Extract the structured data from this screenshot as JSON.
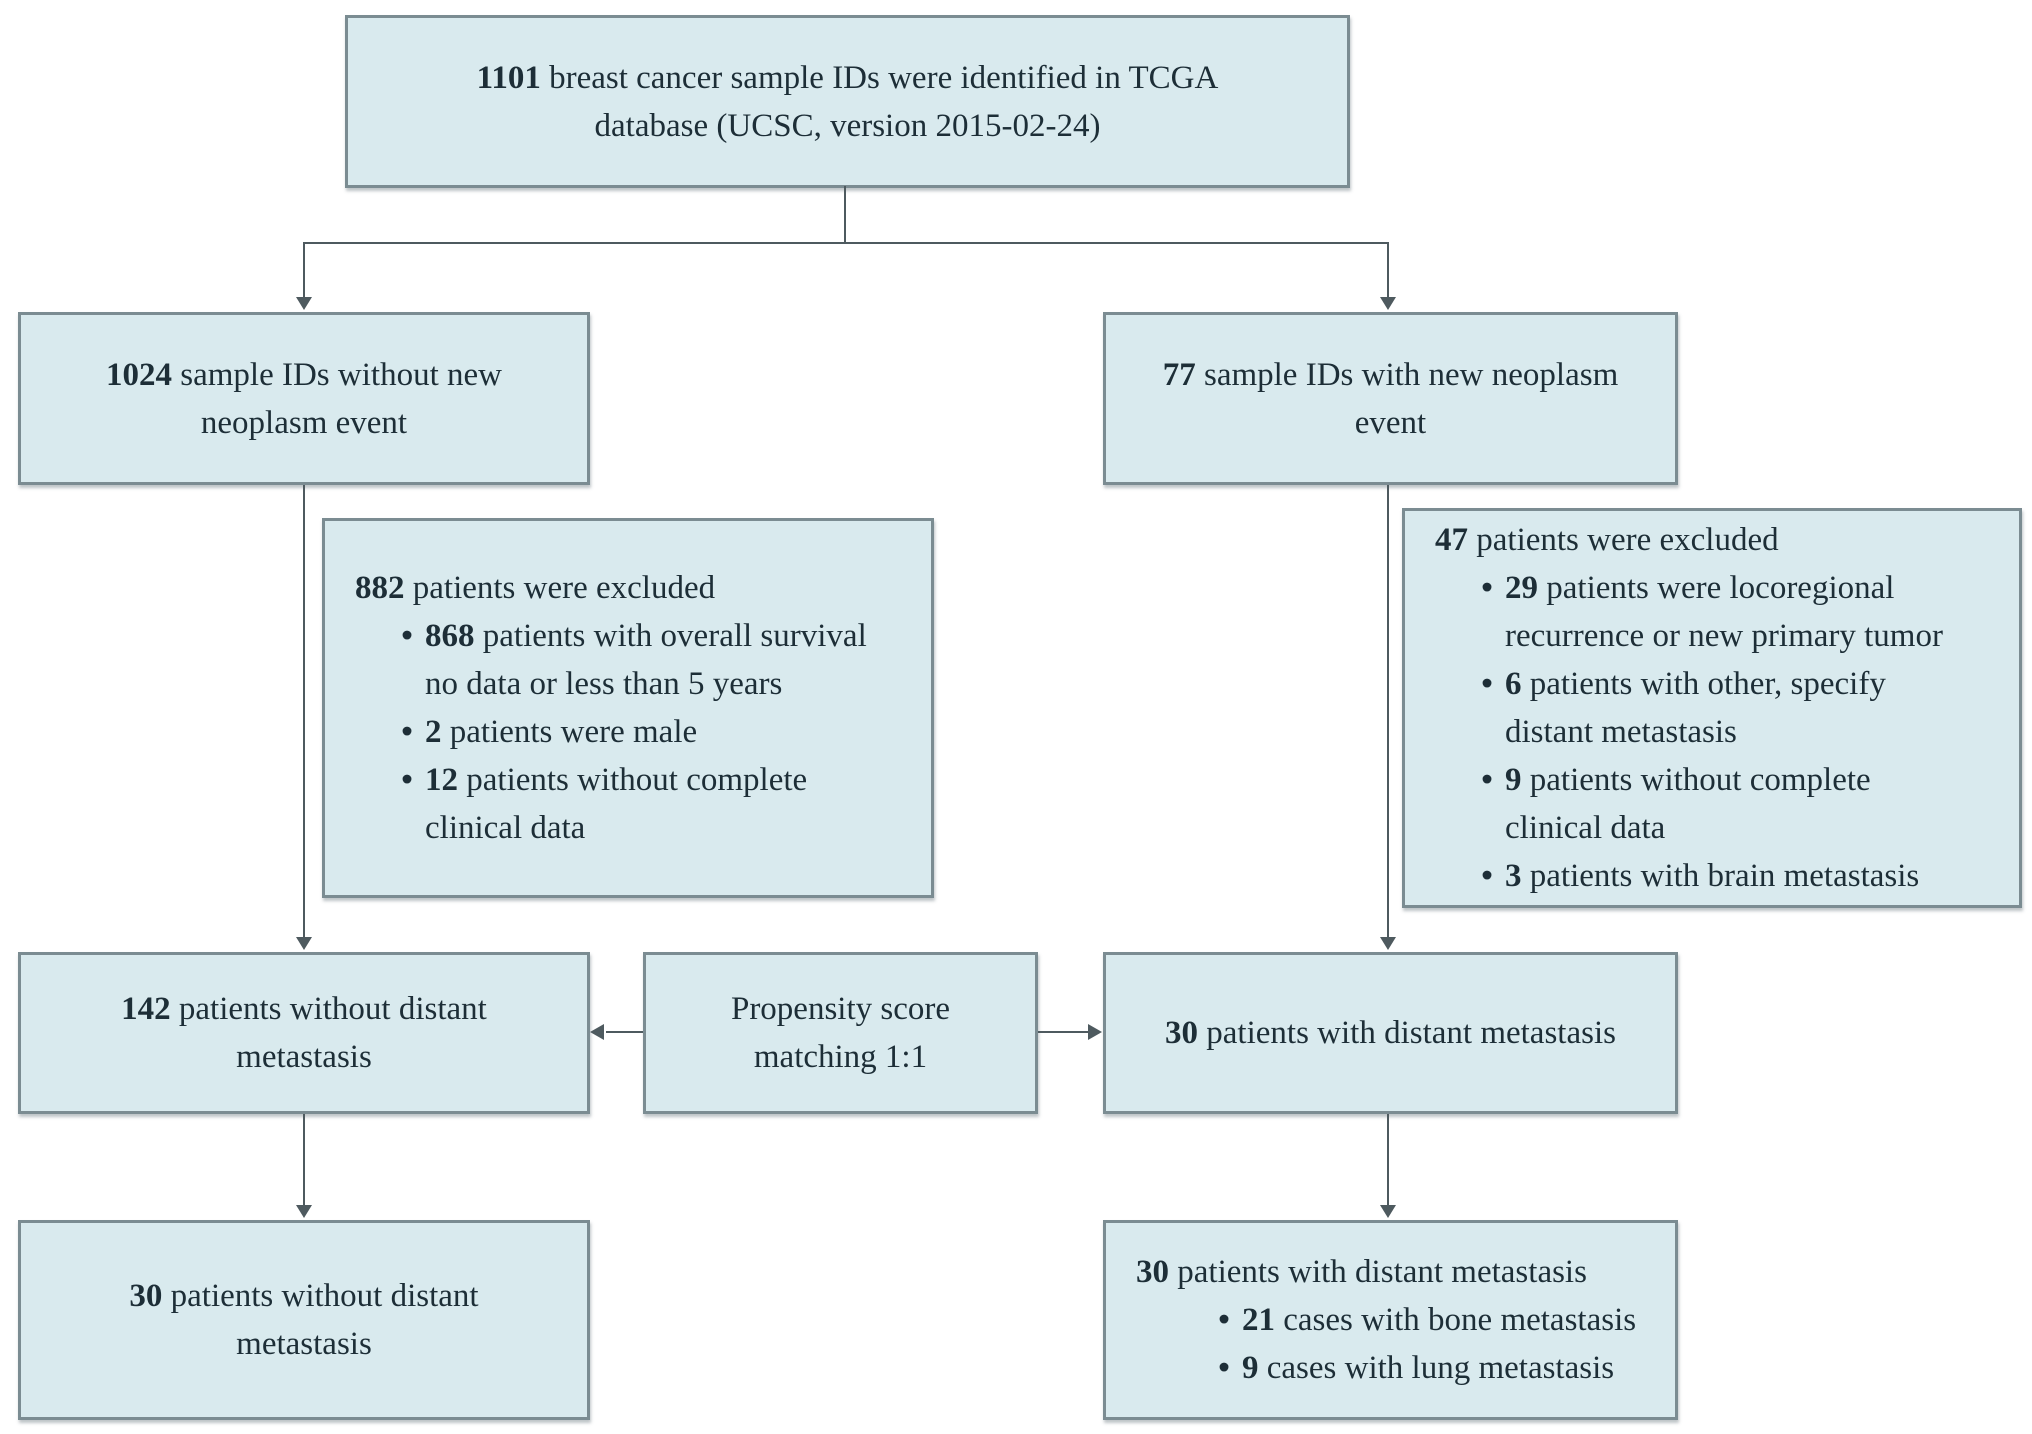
{
  "colors": {
    "box-fill": "#d9eaee",
    "box-border": "#7b8c92",
    "text": "#1d2e37",
    "line": "#4e5a5f",
    "page-bg": "#ffffff"
  },
  "bullet_char": "•",
  "boxes": {
    "source": {
      "num": "1101",
      "text": "breast cancer sample IDs were identified in TCGA\ndatabase (UCSC, version 2015-02-24)"
    },
    "no_neoplasm": {
      "num": "1024",
      "text": "sample IDs without new\nneoplasm event"
    },
    "neoplasm": {
      "num": "77",
      "text": "sample IDs with new neoplasm\nevent"
    },
    "excluded_left": {
      "heading": {
        "num": "882",
        "text": "patients were excluded"
      },
      "bullets": [
        {
          "num": "868",
          "text": "patients with overall survival\nno data or less than 5 years"
        },
        {
          "num": "2",
          "text": "patients were male"
        },
        {
          "num": "12",
          "text": "patients without complete\nclinical data"
        }
      ]
    },
    "excluded_right": {
      "heading": {
        "num": "47",
        "text": "patients were excluded"
      },
      "bullets": [
        {
          "num": "29",
          "text": "patients were locoregional\nrecurrence or new primary tumor"
        },
        {
          "num": "6",
          "text": "patients with other, specify\ndistant metastasis"
        },
        {
          "num": "9",
          "text": "patients without complete\nclinical data"
        },
        {
          "num": "3",
          "text": "patients with brain metastasis"
        }
      ]
    },
    "no_distant_142": {
      "num": "142",
      "text": "patients without distant\nmetastasis"
    },
    "psm": {
      "text": "Propensity score\nmatching 1:1"
    },
    "distant_30": {
      "num": "30",
      "text": "patients with distant metastasis"
    },
    "no_distant_30": {
      "num": "30",
      "text": "patients without distant\nmetastasis"
    },
    "distant_30_detail": {
      "heading": {
        "num": "30",
        "text": "patients with distant metastasis"
      },
      "bullets": [
        {
          "num": "21",
          "text": "cases with bone metastasis"
        },
        {
          "num": "9",
          "text": "cases with lung metastasis"
        }
      ]
    }
  }
}
